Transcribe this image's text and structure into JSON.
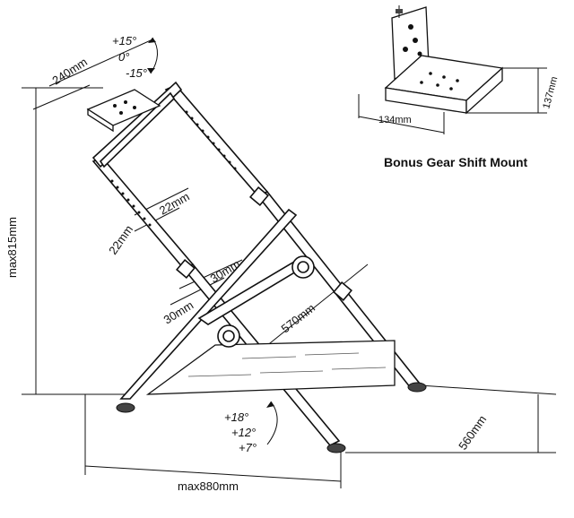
{
  "dimensions": {
    "top_width": "240mm",
    "height_max": "max815mm",
    "tube_upper_a": "22mm",
    "tube_upper_b": "22mm",
    "tube_mid_a": "30mm",
    "tube_mid_b": "30mm",
    "pedal_depth": "570mm",
    "base_width": "560mm",
    "length_max": "max880mm"
  },
  "wheel_tilt_angles": [
    "+15°",
    "0°",
    "-15°"
  ],
  "pedal_tilt_angles": [
    "+18°",
    "+12°",
    "+7°"
  ],
  "gear_mount": {
    "caption": "Bonus Gear Shift Mount",
    "width": "134mm",
    "depth": "137mm"
  }
}
